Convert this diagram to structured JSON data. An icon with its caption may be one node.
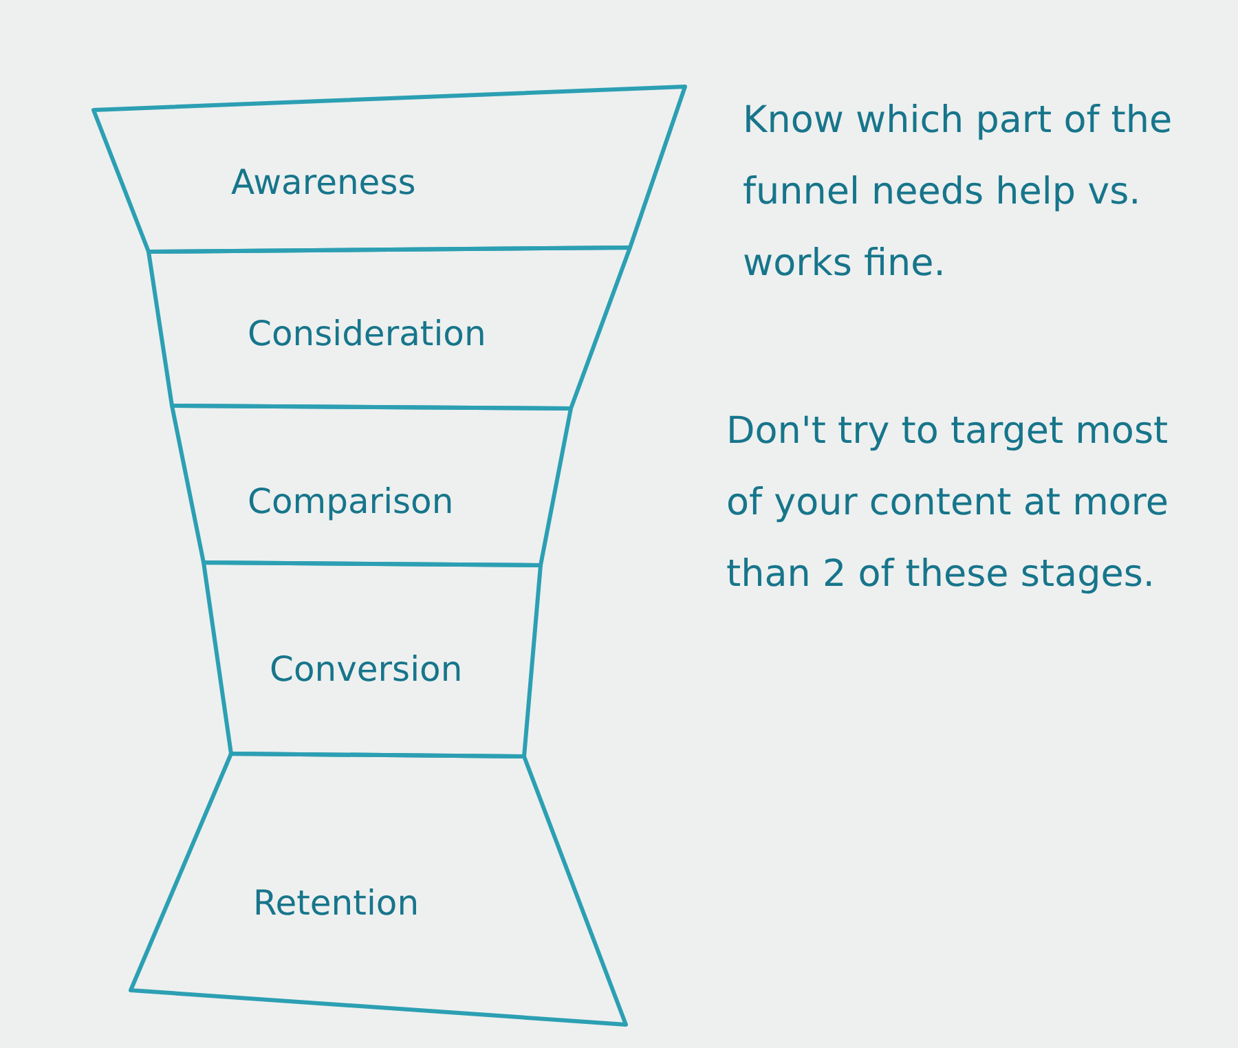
{
  "diagram": {
    "nodes": [
      {
        "text": [
          "Awareness"
        ]
      },
      {
        "text": [
          "Consideration"
        ]
      },
      {
        "text": [
          "Comparison"
        ]
      },
      {
        "text": [
          "Conversion"
        ]
      },
      {
        "text": [
          "Retention"
        ]
      }
    ],
    "labels": [
      "Know which part of the funnel needs help vs. works fine.",
      "Don't try to target most of your content at more than 2 of these stages."
    ]
  }
}
